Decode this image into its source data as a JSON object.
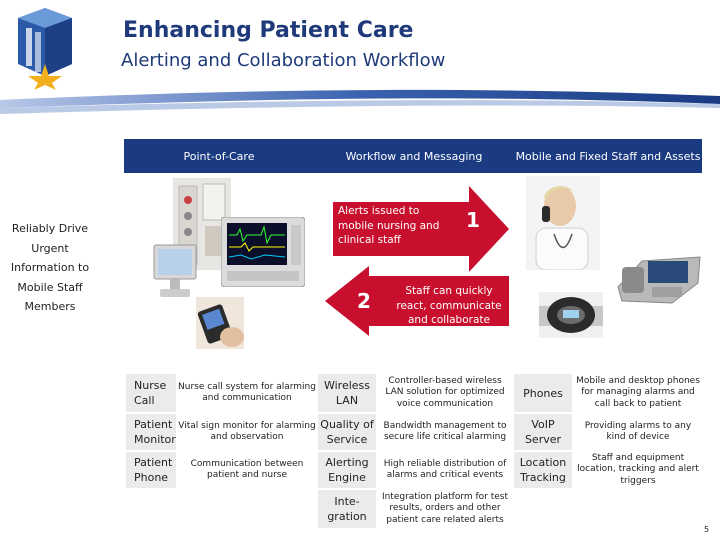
{
  "header": {
    "title": "Enhancing Patient Care",
    "subtitle": "Alerting and Collaboration Workflow"
  },
  "columns": {
    "point_of_care": "Point-of-Care",
    "workflow_messaging": "Workflow and Messaging",
    "mobile_fixed": "Mobile and Fixed Staff and Assets"
  },
  "side_text": [
    "Reliably Drive",
    "Urgent",
    "Information to",
    "Mobile Staff",
    "Members"
  ],
  "arrows": {
    "alerts_text": "Alerts issued to mobile nursing and clinical staff",
    "alerts_number": "1",
    "staff_text": "Staff can quickly react, communicate and collaborate",
    "staff_number": "2"
  },
  "table": {
    "point_of_care": [
      {
        "label": "Nurse Call",
        "desc": "Nurse call system for alarming and communication"
      },
      {
        "label": "Patient Monitor",
        "desc": "Vital sign monitor for alarming and observation"
      },
      {
        "label": "Patient Phone",
        "desc": "Communication between patient and nurse"
      }
    ],
    "workflow": [
      {
        "label": "Wireless LAN",
        "desc": "Controller-based wireless LAN solution for optimized voice communication"
      },
      {
        "label": "Quality of Service",
        "desc": "Bandwidth management to secure life critical alarming"
      },
      {
        "label": "Alerting Engine",
        "desc": "High reliable distribution of alarms and critical events"
      },
      {
        "label": "Inte-gration",
        "desc": "Integration platform for test results, orders and other patient care related alerts"
      }
    ],
    "mobile": [
      {
        "label": "Phones",
        "desc": "Mobile and desktop phones for managing alarms and call back to patient"
      },
      {
        "label": "VoIP Server",
        "desc": "Providing alarms to any kind of device"
      },
      {
        "label": "Location Tracking",
        "desc": "Staff and equipment location, tracking and alert triggers"
      }
    ]
  },
  "page_number": "5",
  "colors": {
    "header_blue": "#1a3a82",
    "arrow_red": "#c8102e",
    "title_blue": "#1f3a7a"
  }
}
